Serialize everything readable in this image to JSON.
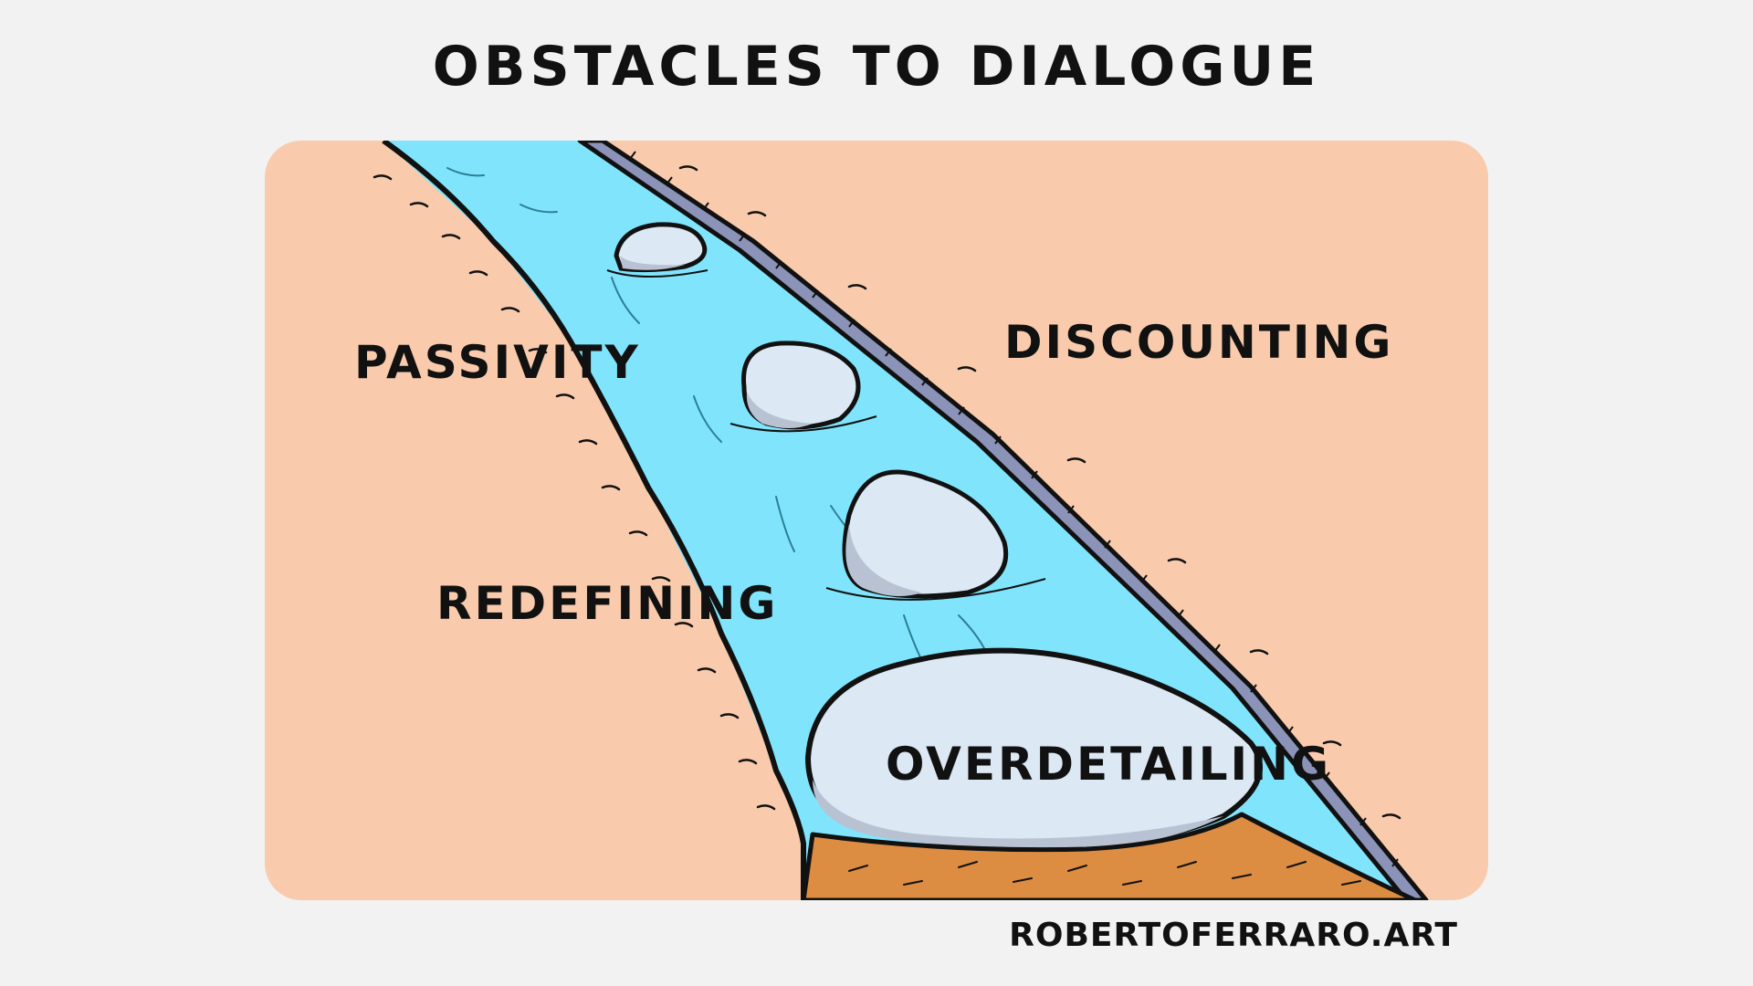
{
  "title": "OBSTACLES TO DIALOGUE",
  "labels": {
    "passivity": "PASSIVITY",
    "discounting": "DISCOUNTING",
    "redefining": "REDEFINING",
    "overdetailing": "OVERDETAILING"
  },
  "credit": "ROBERTOFERRARO.ART",
  "colors": {
    "background": "#f2f2f2",
    "land": "#f9cbac",
    "water": "#80e5fc",
    "rock_light": "#dce8f4",
    "rock_shadow": "#b9c2d2",
    "bank_stripe": "#8b93b8",
    "soil": "#dd8d42",
    "outline": "#111111"
  }
}
